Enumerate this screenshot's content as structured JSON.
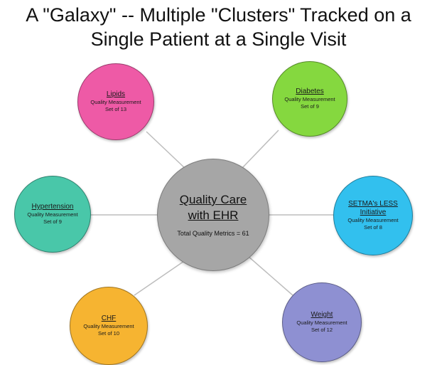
{
  "title_line1": "A \"Galaxy\" -- Multiple \"Clusters\" Tracked on a",
  "title_line2": "Single Patient at a Single Visit",
  "center": {
    "line1": "Quality Care",
    "line2": "with EHR",
    "total": "Total Quality Metrics = 61",
    "color": "#a6a6a6"
  },
  "nodes": {
    "lipids": {
      "name": "Lipids",
      "measure": "Quality Measurement",
      "set": "Set of 13",
      "color": "#ee5aa6"
    },
    "diabetes": {
      "name": "Diabetes",
      "measure": "Quality Measurement",
      "set": "Set of 9",
      "color": "#85d83f"
    },
    "hypertension": {
      "name": "Hypertension",
      "measure": "Quality Measurement",
      "set": "Set of 9",
      "color": "#49c7a9"
    },
    "setma": {
      "name1": "SETMA's LESS",
      "name2": "Initiative",
      "measure": "Quality Measurement",
      "set": "Set of 8",
      "color": "#32c0ee"
    },
    "chf": {
      "name": "CHF",
      "measure": "Quality Measurement",
      "set": "Set of 10",
      "color": "#f6b431"
    },
    "weight": {
      "name": "Weight",
      "measure": "Quality Measurement",
      "set": "Set of 12",
      "color": "#8e90d2"
    }
  }
}
